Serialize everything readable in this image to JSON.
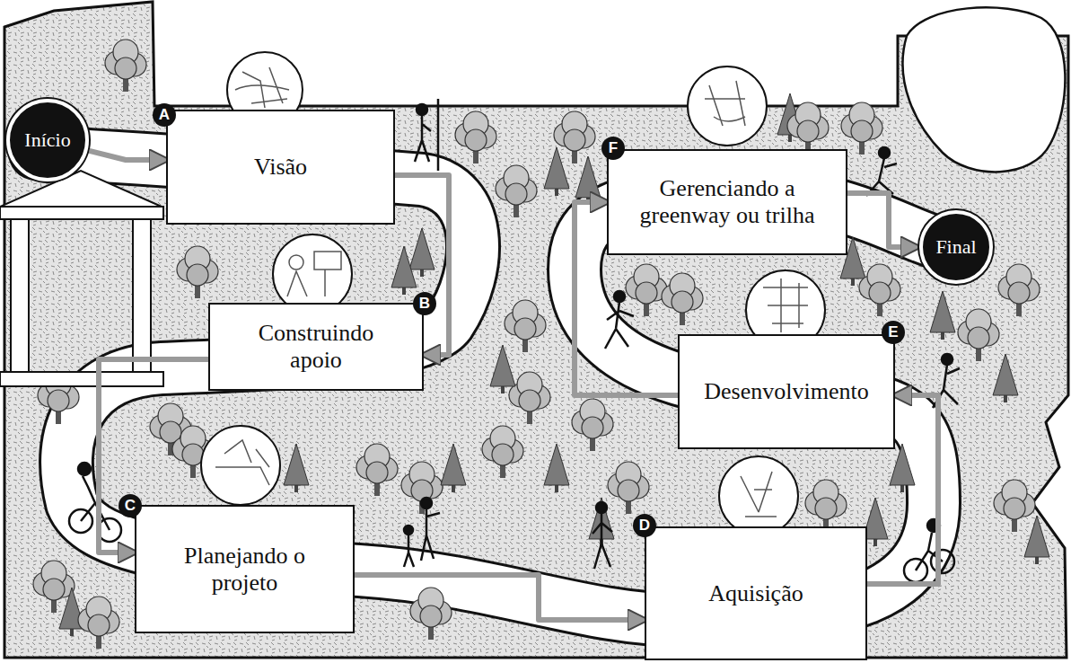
{
  "diagram": {
    "nodes": [
      {
        "text": [
          "Início"
        ]
      },
      {
        "text": [
          "Visão"
        ]
      },
      {
        "text": [
          "Construindo apoio"
        ]
      },
      {
        "text": [
          "Planejando o projeto"
        ]
      },
      {
        "text": [
          "Aquisição"
        ]
      },
      {
        "text": [
          "Desenvolvimento"
        ]
      },
      {
        "text": [
          "Gerenciando a greenway ou trilha"
        ]
      },
      {
        "text": [
          "Final"
        ]
      }
    ],
    "edges": [
      {
        "from": 0,
        "to": 1,
        "arrow": "to"
      },
      {
        "from": 1,
        "to": 2,
        "arrow": "to"
      },
      {
        "from": 2,
        "to": 3,
        "arrow": "to"
      },
      {
        "from": 3,
        "to": 4,
        "arrow": "to"
      },
      {
        "from": 4,
        "to": 5,
        "arrow": "to"
      },
      {
        "from": 5,
        "to": 6,
        "arrow": "to"
      },
      {
        "from": 6,
        "to": 7,
        "arrow": "to"
      }
    ],
    "labels": [
      "A",
      "B",
      "C",
      "D",
      "E",
      "F"
    ]
  }
}
